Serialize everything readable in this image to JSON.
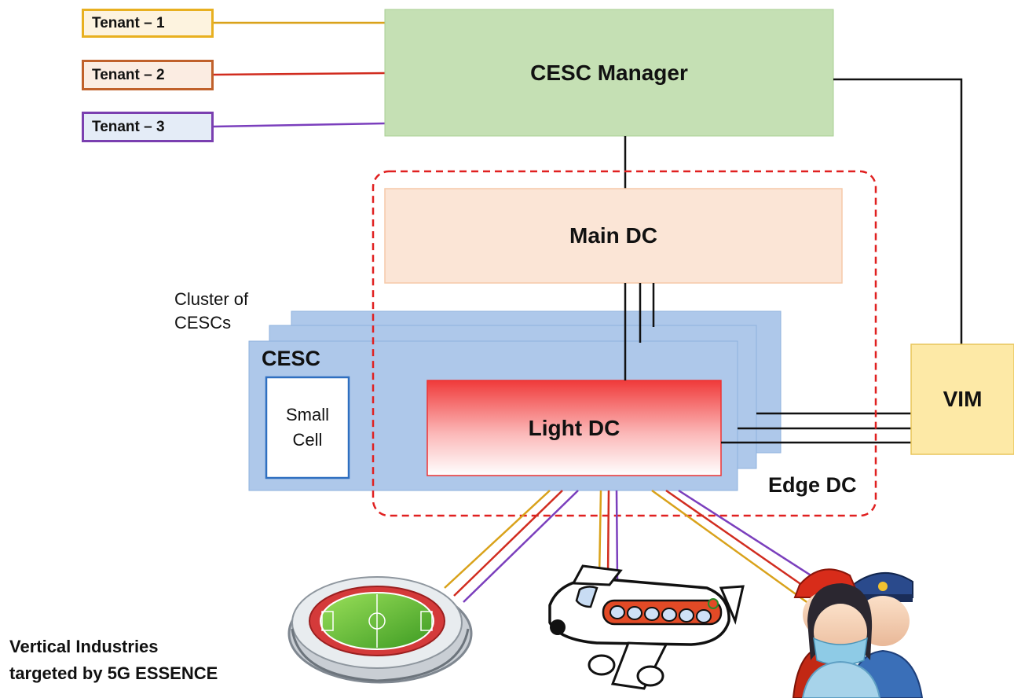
{
  "tenants": [
    {
      "label": "Tenant – 1",
      "color": "#e8b020",
      "fill": "#fdf3df",
      "line": "#d9a21a"
    },
    {
      "label": "Tenant – 2",
      "color": "#c0602a",
      "fill": "#fbece2",
      "line": "#d12c1f"
    },
    {
      "label": "Tenant – 3",
      "color": "#7a3fb0",
      "fill": "#e4ecf7",
      "line": "#7b3fbd"
    }
  ],
  "cesc_manager": {
    "label": "CESC Manager",
    "fill": "#c5e0b4"
  },
  "main_dc": {
    "label": "Main DC",
    "fill": "#fbe5d6"
  },
  "cluster_label": "Cluster of\nCESCs",
  "cesc": {
    "label": "CESC",
    "fill": "#aec8ea"
  },
  "small_cell": {
    "label": "Small\nCell"
  },
  "light_dc": {
    "label": "Light DC"
  },
  "edge_dc": {
    "label": "Edge DC"
  },
  "vim": {
    "label": "VIM",
    "fill": "#fde9a6"
  },
  "verticals_caption": "Vertical Industries\ntargeted by 5G ESSENCE",
  "verticals": [
    {
      "name": "stadium",
      "icon": "stadium-icon"
    },
    {
      "name": "airplane",
      "icon": "airplane-icon"
    },
    {
      "name": "emergency services",
      "icon": "first-responders-icon"
    }
  ]
}
